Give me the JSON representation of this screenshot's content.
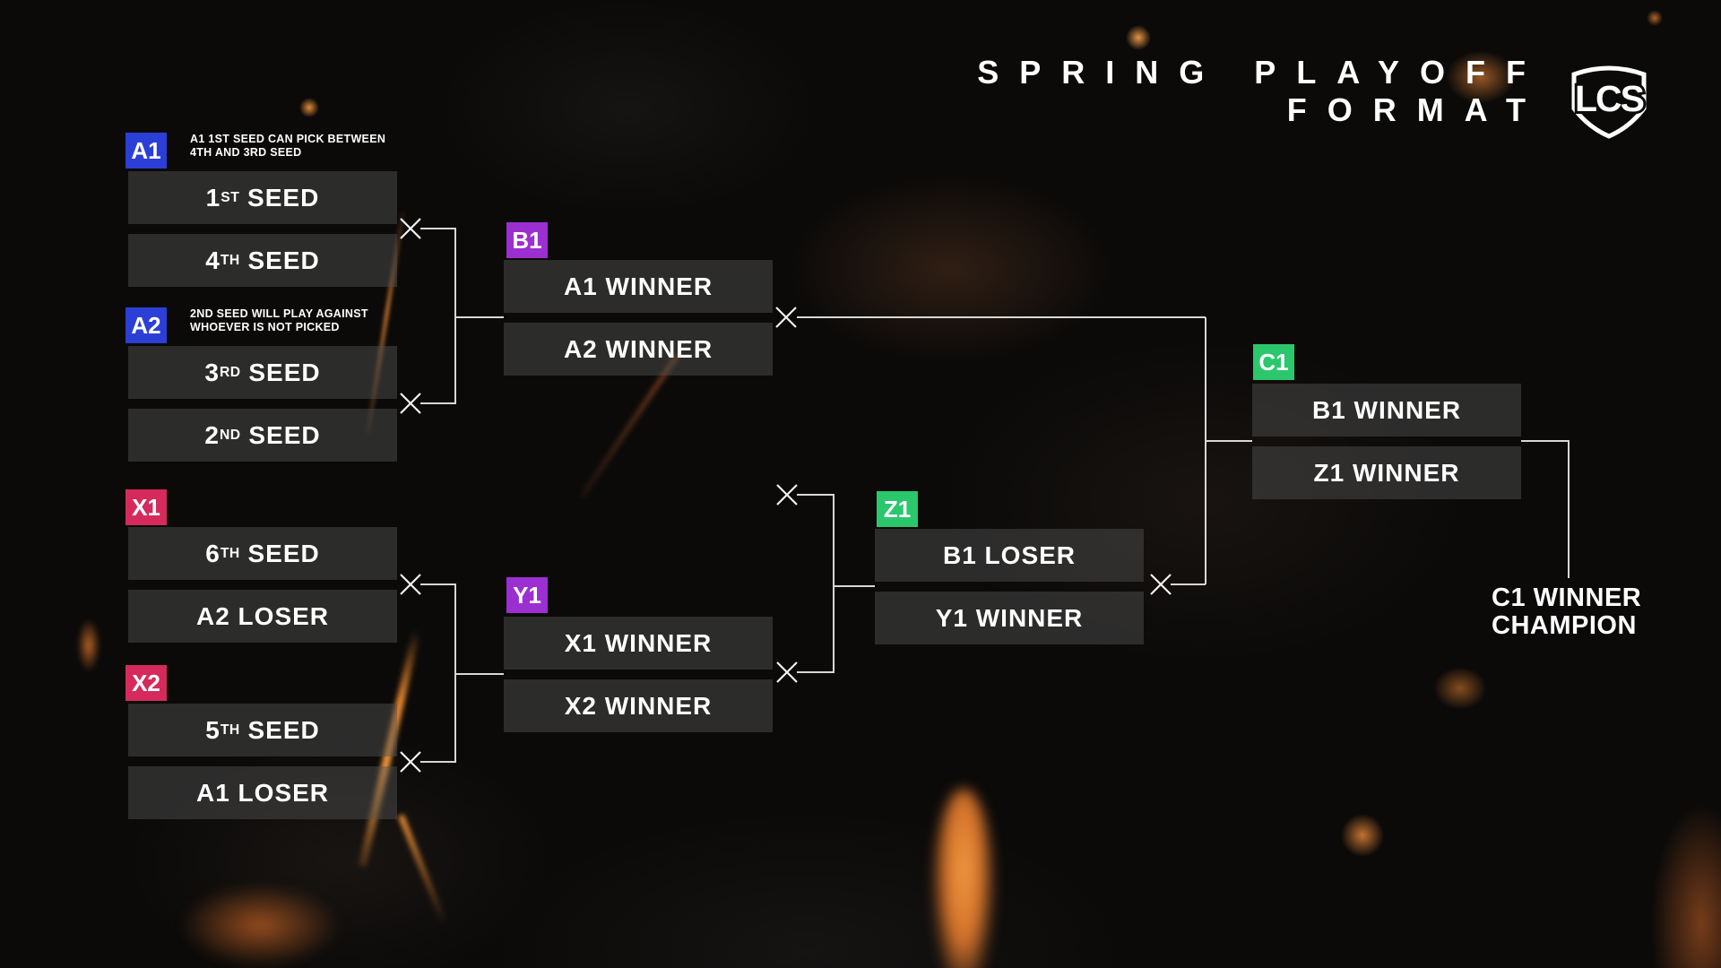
{
  "title": {
    "line1": "SPRING PLAYOFF",
    "line2": "FORMAT"
  },
  "logo": {
    "text": "LCS",
    "name": "lcs-shield-logo"
  },
  "colors": {
    "blue": "#2b3fd6",
    "pink": "#d52a5b",
    "purple": "#9c2fd2",
    "green": "#2bc76c",
    "line": "#e9e9e7",
    "box_fill": "rgba(82,82,82,0.48)",
    "background": "#0b0a09"
  },
  "matches": [
    {
      "id": "A1",
      "color": "#2b3fd6",
      "note1": "A1 1ST SEED CAN PICK BETWEEN",
      "note2": "4TH AND 3RD SEED",
      "slots": [
        {
          "main": "1",
          "ord": "ST",
          "rest": " SEED"
        },
        {
          "main": "4",
          "ord": "TH",
          "rest": " SEED"
        }
      ]
    },
    {
      "id": "A2",
      "color": "#2b3fd6",
      "note1": "2ND SEED WILL PLAY AGAINST",
      "note2": "WHOEVER IS NOT PICKED",
      "slots": [
        {
          "main": "3",
          "ord": "RD",
          "rest": " SEED"
        },
        {
          "main": "2",
          "ord": "ND",
          "rest": " SEED"
        }
      ]
    },
    {
      "id": "X1",
      "color": "#d52a5b",
      "slots": [
        {
          "main": "6",
          "ord": "TH",
          "rest": " SEED"
        },
        {
          "main": "A2 LOSER",
          "ord": "",
          "rest": ""
        }
      ]
    },
    {
      "id": "X2",
      "color": "#d52a5b",
      "slots": [
        {
          "main": "5",
          "ord": "TH",
          "rest": " SEED"
        },
        {
          "main": "A1 LOSER",
          "ord": "",
          "rest": ""
        }
      ]
    },
    {
      "id": "B1",
      "color": "#9c2fd2",
      "slots": [
        {
          "main": "A1 WINNER",
          "ord": "",
          "rest": ""
        },
        {
          "main": "A2 WINNER",
          "ord": "",
          "rest": ""
        }
      ]
    },
    {
      "id": "Y1",
      "color": "#9c2fd2",
      "slots": [
        {
          "main": "X1 WINNER",
          "ord": "",
          "rest": ""
        },
        {
          "main": "X2 WINNER",
          "ord": "",
          "rest": ""
        }
      ]
    },
    {
      "id": "Z1",
      "color": "#2bc76c",
      "slots": [
        {
          "main": "B1 LOSER",
          "ord": "",
          "rest": ""
        },
        {
          "main": "Y1 WINNER",
          "ord": "",
          "rest": ""
        }
      ]
    },
    {
      "id": "C1",
      "color": "#2bc76c",
      "slots": [
        {
          "main": "B1 WINNER",
          "ord": "",
          "rest": ""
        },
        {
          "main": "Z1 WINNER",
          "ord": "",
          "rest": ""
        }
      ]
    }
  ],
  "champion": {
    "line1": "C1 WINNER",
    "line2": "CHAMPION"
  }
}
